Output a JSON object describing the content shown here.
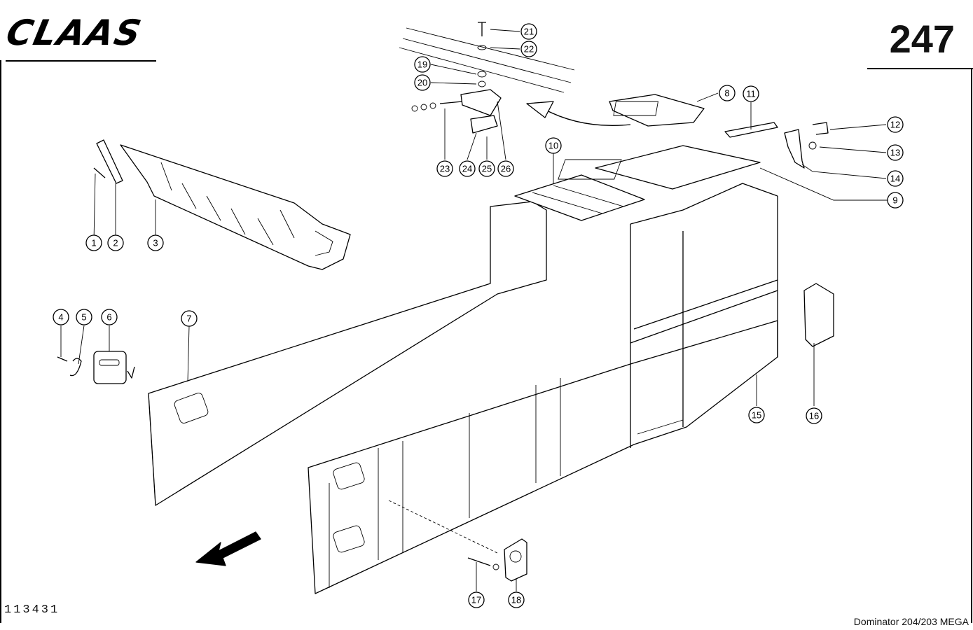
{
  "header": {
    "brand": "CLAAS",
    "page_number": "247"
  },
  "footer": {
    "drawing_number": "113431",
    "model": "Dominator 204/203 MEGA"
  },
  "callouts": [
    {
      "id": "1",
      "label": "1"
    },
    {
      "id": "2",
      "label": "2"
    },
    {
      "id": "3",
      "label": "3"
    },
    {
      "id": "4",
      "label": "4"
    },
    {
      "id": "5",
      "label": "5"
    },
    {
      "id": "6",
      "label": "6"
    },
    {
      "id": "7",
      "label": "7"
    },
    {
      "id": "8",
      "label": "8"
    },
    {
      "id": "9",
      "label": "9"
    },
    {
      "id": "10",
      "label": "10"
    },
    {
      "id": "11",
      "label": "11"
    },
    {
      "id": "12",
      "label": "12"
    },
    {
      "id": "13",
      "label": "13"
    },
    {
      "id": "14",
      "label": "14"
    },
    {
      "id": "15",
      "label": "15"
    },
    {
      "id": "16",
      "label": "16"
    },
    {
      "id": "17",
      "label": "17"
    },
    {
      "id": "18",
      "label": "18"
    },
    {
      "id": "19",
      "label": "19"
    },
    {
      "id": "20",
      "label": "20"
    },
    {
      "id": "21",
      "label": "21"
    },
    {
      "id": "22",
      "label": "22"
    },
    {
      "id": "23",
      "label": "23"
    },
    {
      "id": "24",
      "label": "24"
    },
    {
      "id": "25",
      "label": "25"
    },
    {
      "id": "26",
      "label": "26"
    }
  ]
}
